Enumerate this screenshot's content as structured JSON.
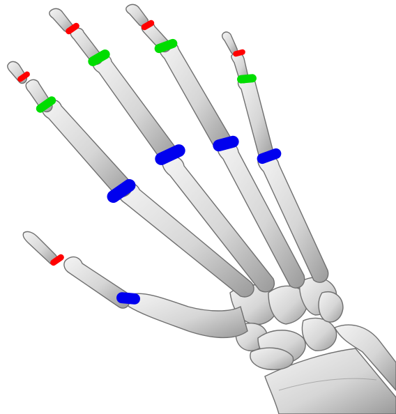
{
  "image": {
    "subject": "hand-skeleton",
    "background_color": "#ffffff",
    "bone_color": "#d9d9d9"
  },
  "joint_markers": {
    "colors": {
      "dip": "#ff0000",
      "pip": "#00dd00",
      "mcp": "#0000ee"
    },
    "counts": {
      "dip": 5,
      "pip": 4,
      "mcp": 5
    }
  }
}
